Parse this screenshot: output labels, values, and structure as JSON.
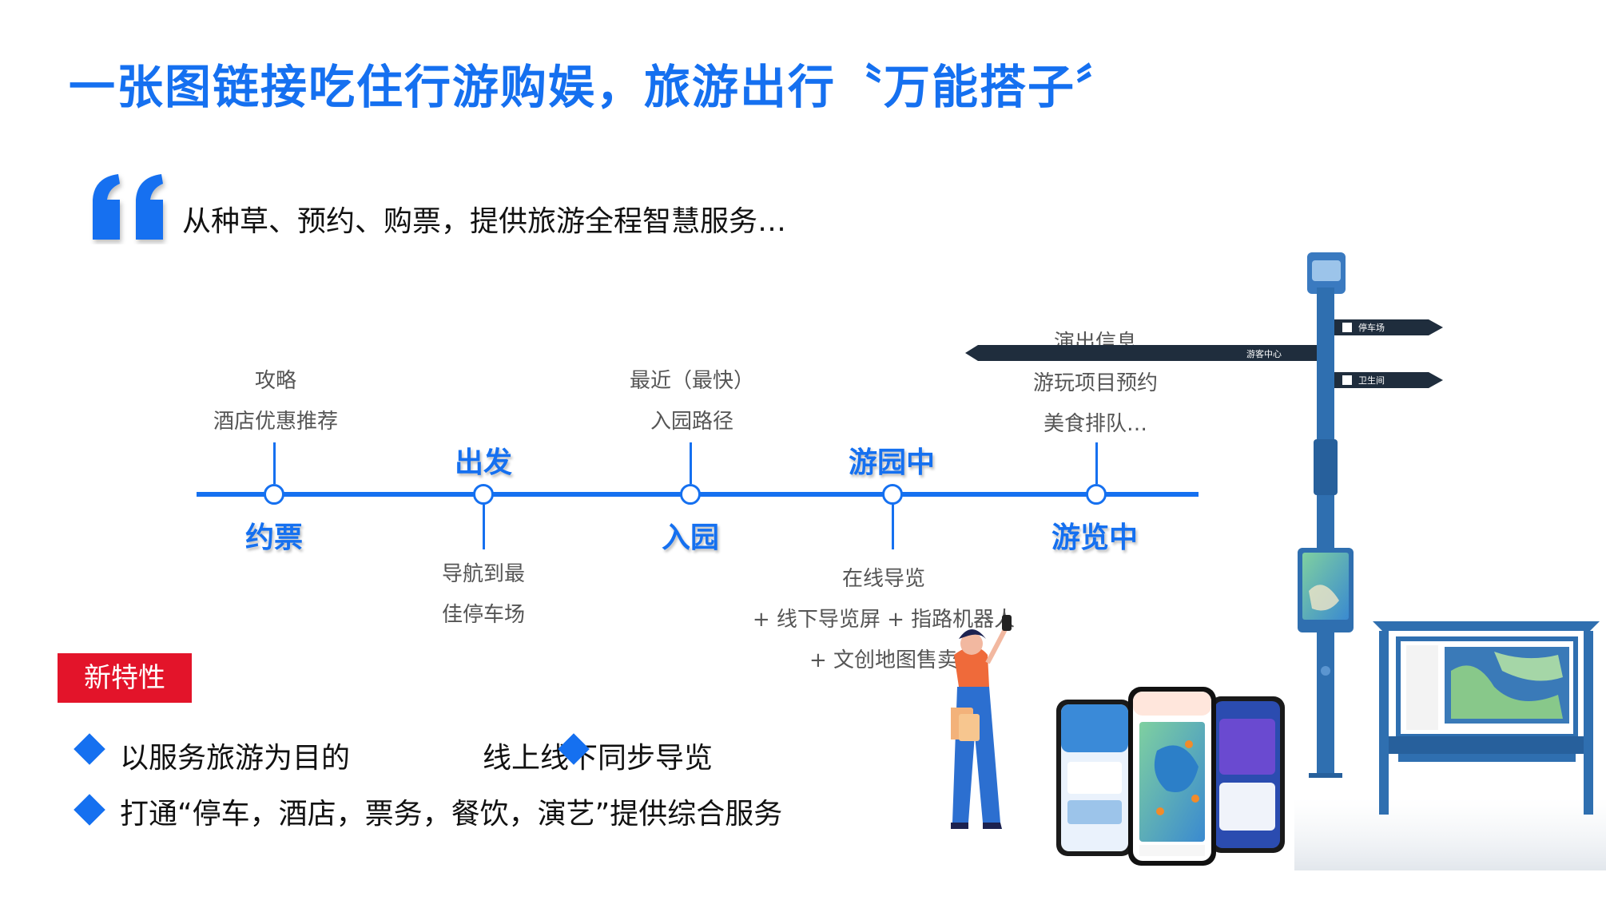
{
  "title": "一张图链接吃住行游购娱，旅游出行〝万能搭子〞",
  "subtitle": "从种草、预约、购票，提供旅游全程智慧服务…",
  "timeline": {
    "stages": {
      "s1": "约票",
      "s2": "出发",
      "s3": "入园",
      "s4": "游园中",
      "s5": "游览中"
    },
    "notes": {
      "n1": [
        "攻略",
        "酒店优惠推荐"
      ],
      "n2": [
        "导航到最",
        "佳停车场"
      ],
      "n3": [
        "最近（最快）",
        "入园路径"
      ],
      "n4": [
        "在线导览",
        "+ 线下导览屏 + 指路机器人",
        "+ 文创地图售卖"
      ],
      "n5": [
        "演出信息",
        "游玩项目预约",
        "美食排队…"
      ]
    }
  },
  "badge": "新特性",
  "features": {
    "f1": "以服务旅游为目的",
    "f2": "线上线下同步导览",
    "f3": "打通“停车，酒店，票务，餐饮，演艺”提供综合服务"
  },
  "signpost": {
    "left_sign": "游客中心",
    "right_top_sign": "停车场",
    "right_bottom_sign": "卫生间"
  },
  "colors": {
    "primary": "#1570f0",
    "badge": "#e3142a",
    "post": "#2f6fb0"
  }
}
